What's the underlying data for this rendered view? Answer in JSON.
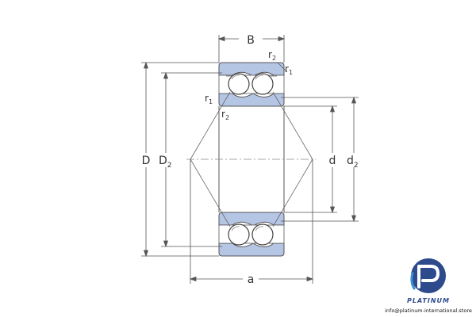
{
  "diagram": {
    "labels": {
      "B": "B",
      "D": "D",
      "D2_main": "D",
      "D2_sub": "2",
      "d": "d",
      "d2_main": "d",
      "d2_sub": "2",
      "a": "a",
      "r2_top_main": "r",
      "r2_top_sub": "2",
      "r1_top_main": "r",
      "r1_top_sub": "1",
      "r1_left_main": "r",
      "r1_left_sub": "1",
      "r2_left_main": "r",
      "r2_left_sub": "2"
    },
    "colors": {
      "ring_fill": "#b5c5e4",
      "line": "#555555",
      "ball_fill": "#ffffff"
    }
  },
  "watermark": {
    "brand": "PLATINUM",
    "email": "info@platinum-international.store",
    "logo_color": "#2d4b8c",
    "logo_accent": "#3a8fd0"
  }
}
